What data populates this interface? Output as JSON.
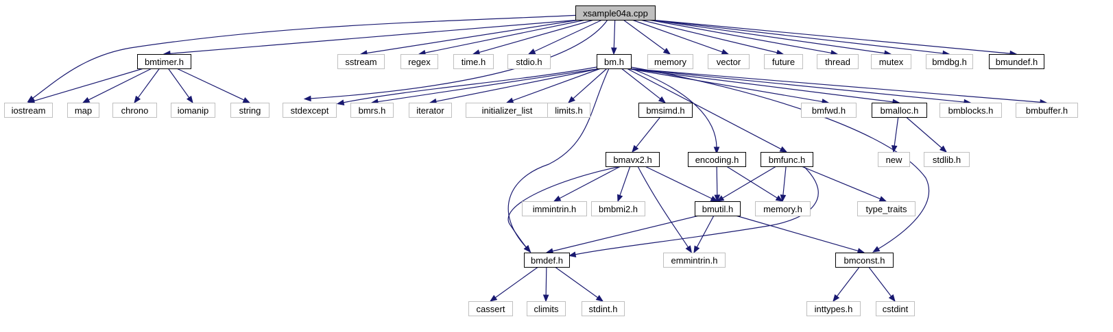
{
  "graph": {
    "nodes": [
      {
        "id": "root",
        "label": "xsample04a.cpp",
        "kind": "root"
      },
      {
        "id": "bmtimer",
        "label": "bmtimer.h",
        "kind": "linked"
      },
      {
        "id": "sstream",
        "label": "sstream",
        "kind": "external"
      },
      {
        "id": "regex",
        "label": "regex",
        "kind": "external"
      },
      {
        "id": "time",
        "label": "time.h",
        "kind": "external"
      },
      {
        "id": "stdio",
        "label": "stdio.h",
        "kind": "external"
      },
      {
        "id": "bm",
        "label": "bm.h",
        "kind": "linked"
      },
      {
        "id": "memory",
        "label": "memory",
        "kind": "external"
      },
      {
        "id": "vector",
        "label": "vector",
        "kind": "external"
      },
      {
        "id": "future",
        "label": "future",
        "kind": "external"
      },
      {
        "id": "thread",
        "label": "thread",
        "kind": "external"
      },
      {
        "id": "mutex",
        "label": "mutex",
        "kind": "external"
      },
      {
        "id": "bmdbg",
        "label": "bmdbg.h",
        "kind": "external"
      },
      {
        "id": "bmundef",
        "label": "bmundef.h",
        "kind": "linked"
      },
      {
        "id": "iostream",
        "label": "iostream",
        "kind": "external"
      },
      {
        "id": "map",
        "label": "map",
        "kind": "external"
      },
      {
        "id": "chrono",
        "label": "chrono",
        "kind": "external"
      },
      {
        "id": "iomanip",
        "label": "iomanip",
        "kind": "external"
      },
      {
        "id": "string",
        "label": "string",
        "kind": "external"
      },
      {
        "id": "stdexcept",
        "label": "stdexcept",
        "kind": "external"
      },
      {
        "id": "bmrs",
        "label": "bmrs.h",
        "kind": "external"
      },
      {
        "id": "iterator",
        "label": "iterator",
        "kind": "external"
      },
      {
        "id": "initlist",
        "label": "initializer_list",
        "kind": "external"
      },
      {
        "id": "limits",
        "label": "limits.h",
        "kind": "external"
      },
      {
        "id": "bmsimd",
        "label": "bmsimd.h",
        "kind": "linked"
      },
      {
        "id": "bmfwd",
        "label": "bmfwd.h",
        "kind": "external"
      },
      {
        "id": "bmalloc",
        "label": "bmalloc.h",
        "kind": "linked"
      },
      {
        "id": "bmblocks",
        "label": "bmblocks.h",
        "kind": "external"
      },
      {
        "id": "bmbuffer",
        "label": "bmbuffer.h",
        "kind": "external"
      },
      {
        "id": "bmavx2",
        "label": "bmavx2.h",
        "kind": "linked"
      },
      {
        "id": "encoding",
        "label": "encoding.h",
        "kind": "linked"
      },
      {
        "id": "bmfunc",
        "label": "bmfunc.h",
        "kind": "linked"
      },
      {
        "id": "new",
        "label": "new",
        "kind": "external"
      },
      {
        "id": "stdlib",
        "label": "stdlib.h",
        "kind": "external"
      },
      {
        "id": "immintrin",
        "label": "immintrin.h",
        "kind": "external"
      },
      {
        "id": "bmbmi2",
        "label": "bmbmi2.h",
        "kind": "external"
      },
      {
        "id": "bmutil",
        "label": "bmutil.h",
        "kind": "linked"
      },
      {
        "id": "memoryh",
        "label": "memory.h",
        "kind": "external"
      },
      {
        "id": "typetraits",
        "label": "type_traits",
        "kind": "external"
      },
      {
        "id": "bmdef",
        "label": "bmdef.h",
        "kind": "linked"
      },
      {
        "id": "emmintrin",
        "label": "emmintrin.h",
        "kind": "external"
      },
      {
        "id": "bmconst",
        "label": "bmconst.h",
        "kind": "linked"
      },
      {
        "id": "cassert",
        "label": "cassert",
        "kind": "external"
      },
      {
        "id": "climits",
        "label": "climits",
        "kind": "external"
      },
      {
        "id": "stdint",
        "label": "stdint.h",
        "kind": "external"
      },
      {
        "id": "inttypes",
        "label": "inttypes.h",
        "kind": "external"
      },
      {
        "id": "cstdint",
        "label": "cstdint",
        "kind": "external"
      }
    ],
    "edges": [
      [
        "root",
        "bmtimer"
      ],
      [
        "root",
        "sstream"
      ],
      [
        "root",
        "regex"
      ],
      [
        "root",
        "time"
      ],
      [
        "root",
        "stdio"
      ],
      [
        "root",
        "bm"
      ],
      [
        "root",
        "memory"
      ],
      [
        "root",
        "vector"
      ],
      [
        "root",
        "future"
      ],
      [
        "root",
        "thread"
      ],
      [
        "root",
        "mutex"
      ],
      [
        "root",
        "bmdbg"
      ],
      [
        "root",
        "bmundef"
      ],
      [
        "root",
        "iostream"
      ],
      [
        "root",
        "stdexcept"
      ],
      [
        "bmtimer",
        "iostream"
      ],
      [
        "bmtimer",
        "map"
      ],
      [
        "bmtimer",
        "chrono"
      ],
      [
        "bmtimer",
        "iomanip"
      ],
      [
        "bmtimer",
        "string"
      ],
      [
        "bm",
        "stdexcept"
      ],
      [
        "bm",
        "bmrs"
      ],
      [
        "bm",
        "iterator"
      ],
      [
        "bm",
        "initlist"
      ],
      [
        "bm",
        "limits"
      ],
      [
        "bm",
        "bmsimd"
      ],
      [
        "bm",
        "bmfwd"
      ],
      [
        "bm",
        "bmalloc"
      ],
      [
        "bm",
        "bmblocks"
      ],
      [
        "bm",
        "bmbuffer"
      ],
      [
        "bm",
        "encoding"
      ],
      [
        "bm",
        "bmfunc"
      ],
      [
        "bm",
        "bmdef"
      ],
      [
        "bm",
        "bmconst"
      ],
      [
        "bmsimd",
        "bmavx2"
      ],
      [
        "bmalloc",
        "new"
      ],
      [
        "bmalloc",
        "stdlib"
      ],
      [
        "bmavx2",
        "immintrin"
      ],
      [
        "bmavx2",
        "bmbmi2"
      ],
      [
        "bmavx2",
        "bmutil"
      ],
      [
        "bmavx2",
        "bmdef"
      ],
      [
        "bmavx2",
        "emmintrin"
      ],
      [
        "encoding",
        "bmutil"
      ],
      [
        "encoding",
        "memoryh"
      ],
      [
        "bmfunc",
        "bmutil"
      ],
      [
        "bmfunc",
        "memoryh"
      ],
      [
        "bmfunc",
        "typetraits"
      ],
      [
        "bmfunc",
        "bmdef"
      ],
      [
        "bmutil",
        "bmdef"
      ],
      [
        "bmutil",
        "emmintrin"
      ],
      [
        "bmutil",
        "bmconst"
      ],
      [
        "bmdef",
        "cassert"
      ],
      [
        "bmdef",
        "climits"
      ],
      [
        "bmdef",
        "stdint"
      ],
      [
        "bmconst",
        "inttypes"
      ],
      [
        "bmconst",
        "cstdint"
      ]
    ]
  }
}
